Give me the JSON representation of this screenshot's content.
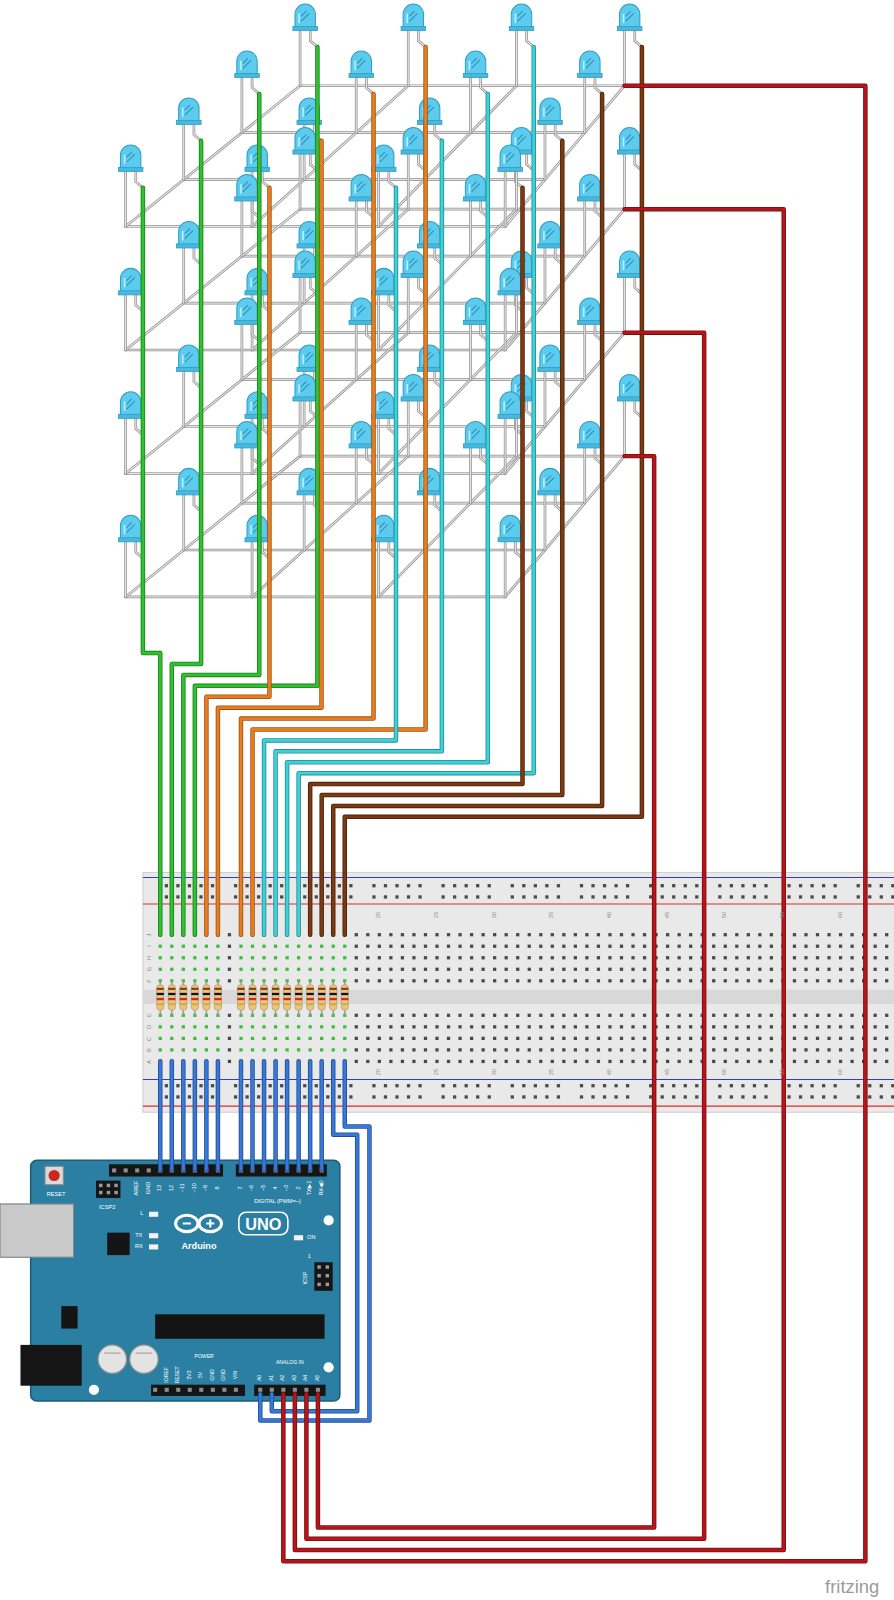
{
  "diagram": {
    "labels": [
      "RESET",
      "ICSP2",
      "AREF",
      "GND",
      "13",
      "12",
      "~11",
      "~10",
      "~9",
      "8",
      "7",
      "~6",
      "~5",
      "4",
      "~3",
      "2",
      "TX▶1",
      "RX◀0",
      "DIGITAL (PWM=~)",
      "UNO",
      "Arduino",
      "L",
      "TX",
      "RX",
      "ON",
      "ICSP",
      "1",
      "IOREF",
      "RESET",
      "3V3",
      "5V",
      "GND",
      "GND",
      "VIN",
      "POWER",
      "ANALOG IN",
      "A0",
      "A1",
      "A2",
      "A3",
      "A4",
      "A5",
      "20",
      "25",
      "30",
      "35",
      "40",
      "45",
      "50",
      "55",
      "60",
      "20",
      "25",
      "30",
      "35",
      "40",
      "45",
      "50",
      "55",
      "60",
      "J",
      "I",
      "H",
      "G",
      "F",
      "E",
      "D",
      "C",
      "B",
      "A",
      "fritzing"
    ]
  }
}
